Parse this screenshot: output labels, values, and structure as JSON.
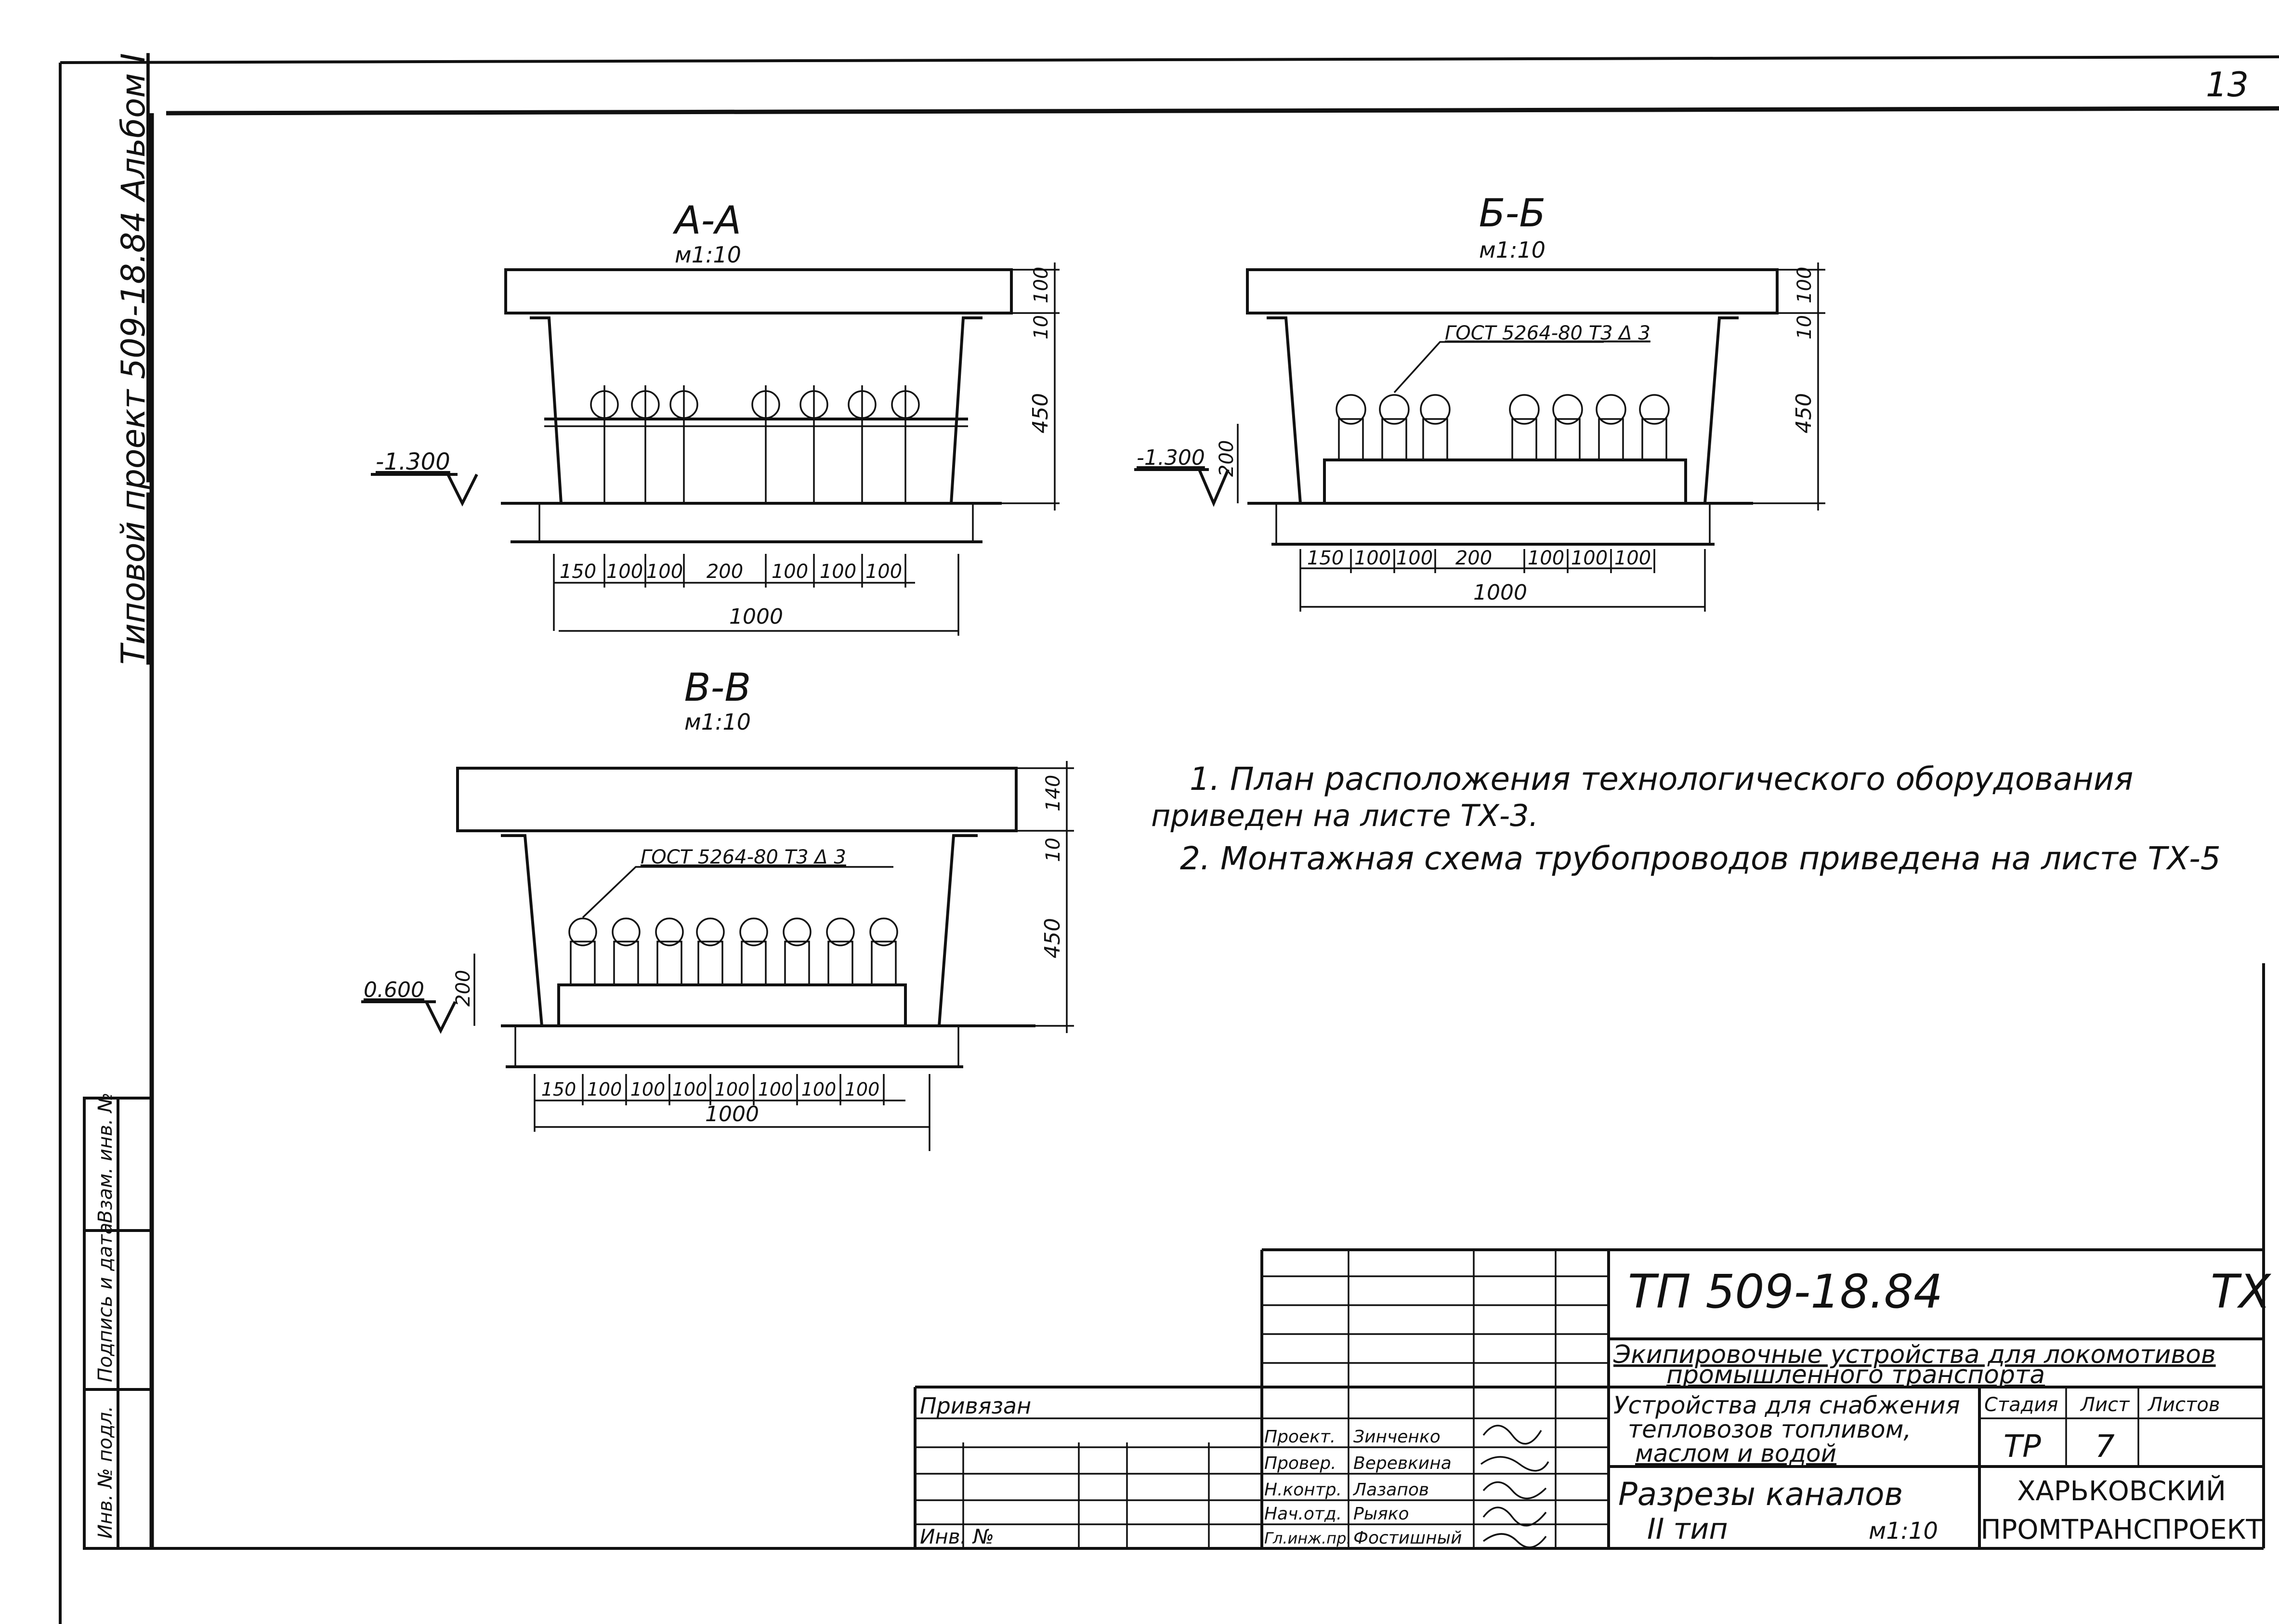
{
  "sheet_number": "13",
  "side_label": "Типовой проект 509-18.84 Альбом I",
  "sections": {
    "aa": {
      "title": "А-А",
      "scale": "м1:10",
      "level": "-1.300",
      "dims_bottom": [
        "150",
        "100",
        "100",
        "200",
        "100",
        "100",
        "100"
      ],
      "dim_total": "1000",
      "dim_right": [
        "100",
        "10",
        "450"
      ]
    },
    "bb": {
      "title": "Б-Б",
      "scale": "м1:10",
      "level": "-1.300",
      "gost": "ГОСТ 5264-80 Т3 Δ 3",
      "dim_left": "200",
      "dims_bottom": [
        "150",
        "100",
        "100",
        "200",
        "100",
        "100",
        "100"
      ],
      "dim_total": "1000",
      "dim_right": [
        "100",
        "10",
        "450"
      ]
    },
    "vv": {
      "title": "В-В",
      "scale": "м1:10",
      "level": "0.600",
      "gost": "ГОСТ 5264-80 Т3 Δ 3",
      "dim_left": "200",
      "dims_bottom": [
        "150",
        "100",
        "100",
        "100",
        "100",
        "100",
        "100",
        "100"
      ],
      "dim_total": "1000",
      "dim_right": [
        "140",
        "10",
        "450"
      ]
    }
  },
  "notes": [
    "1. План расположения технологического оборудования",
    "приведен на листе ТХ-3.",
    "2. Монтажная схема трубопроводов приведена на листе ТХ-5"
  ],
  "side_stamp": [
    "Инв. № подл.",
    "Подпись и дата",
    "Взам. инв. №"
  ],
  "title_block": {
    "doc_code": "ТП 509-18.84",
    "mark": "ТХ",
    "project_title_1": "Экипировочные устройства для локомотивов",
    "project_title_2": "промышленного транспорта",
    "object_1": "Устройства для снабжения",
    "object_2": "тепловозов топливом,",
    "object_3": "маслом и водой",
    "sheet_title_1": "Разрезы каналов",
    "sheet_title_2": "II тип",
    "sheet_scale": "м1:10",
    "stage_label": "Стадия",
    "sheet_label": "Лист",
    "sheets_label": "Листов",
    "stage": "ТР",
    "sheet": "7",
    "org_1": "ХАРЬКОВСКИЙ",
    "org_2": "ПРОМТРАНСПРОЕКТ",
    "bound": "Привязан",
    "inv_no": "Инв. №",
    "signers": [
      {
        "role": "Проект.",
        "name": "Зинченко"
      },
      {
        "role": "Провер.",
        "name": "Веревкина"
      },
      {
        "role": "Н.контр.",
        "name": "Лазапов"
      },
      {
        "role": "Нач.отд.",
        "name": "Рыяко"
      },
      {
        "role": "Гл.инж.пр.",
        "name": "Фостишный"
      }
    ]
  }
}
